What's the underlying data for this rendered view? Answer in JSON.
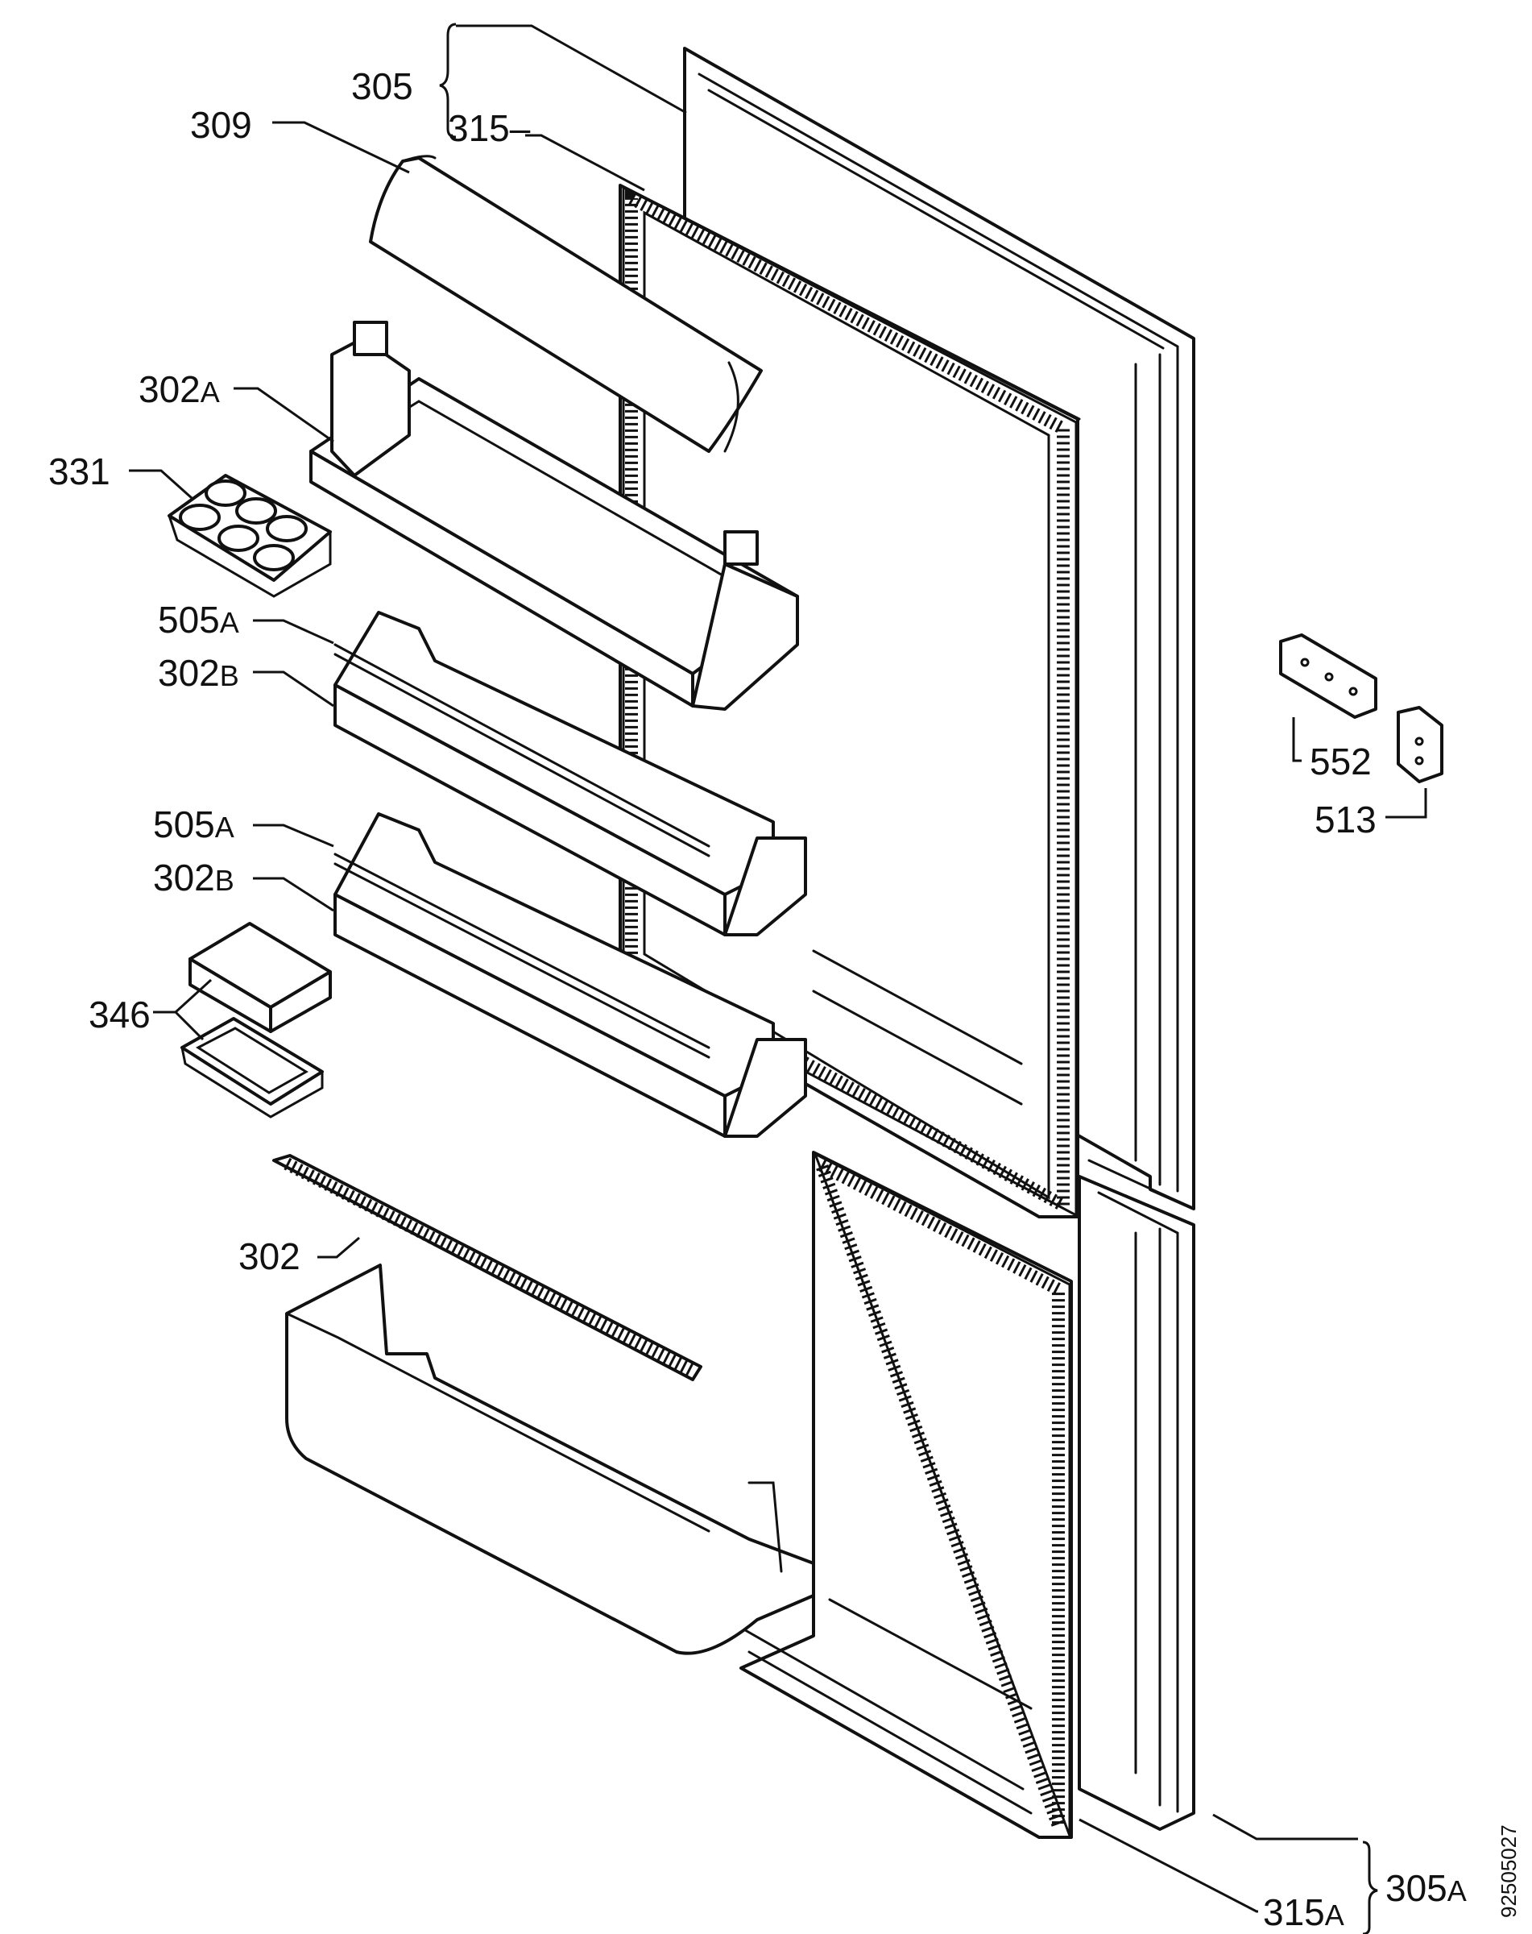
{
  "labels": {
    "l305": "305",
    "l315": "315",
    "l309": "309",
    "l302A_num": "302",
    "l302A_suf": "A",
    "l331": "331",
    "l505A_1_num": "505",
    "l505A_1_suf": "A",
    "l302B_1_num": "302",
    "l302B_1_suf": "B",
    "l505A_2_num": "505",
    "l505A_2_suf": "A",
    "l302B_2_num": "302",
    "l302B_2_suf": "B",
    "l346": "346",
    "l302": "302",
    "l552": "552",
    "l513": "513",
    "l305A_num": "305",
    "l305A_suf": "A",
    "l315A_num": "315",
    "l315A_suf": "A"
  },
  "doc_id": "92505027"
}
